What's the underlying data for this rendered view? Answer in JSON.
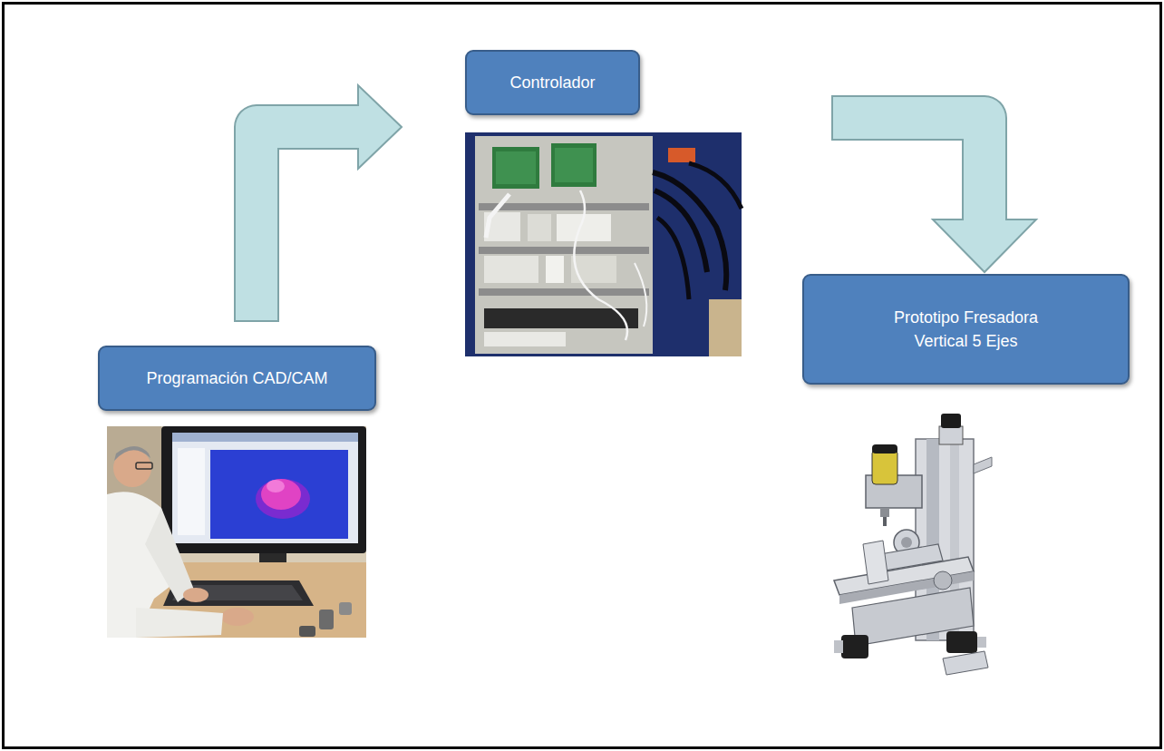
{
  "diagram": {
    "nodes": [
      {
        "text": [
          "Programación CAD/CAM"
        ]
      },
      {
        "text": [
          "Controlador"
        ]
      },
      {
        "text": [
          "Prototipo Fresadora Vertical 5 Ejes"
        ]
      }
    ],
    "edges": [
      {
        "from": 0,
        "to": 1,
        "arrow": "to"
      },
      {
        "from": 1,
        "to": 2,
        "arrow": "to"
      }
    ]
  }
}
